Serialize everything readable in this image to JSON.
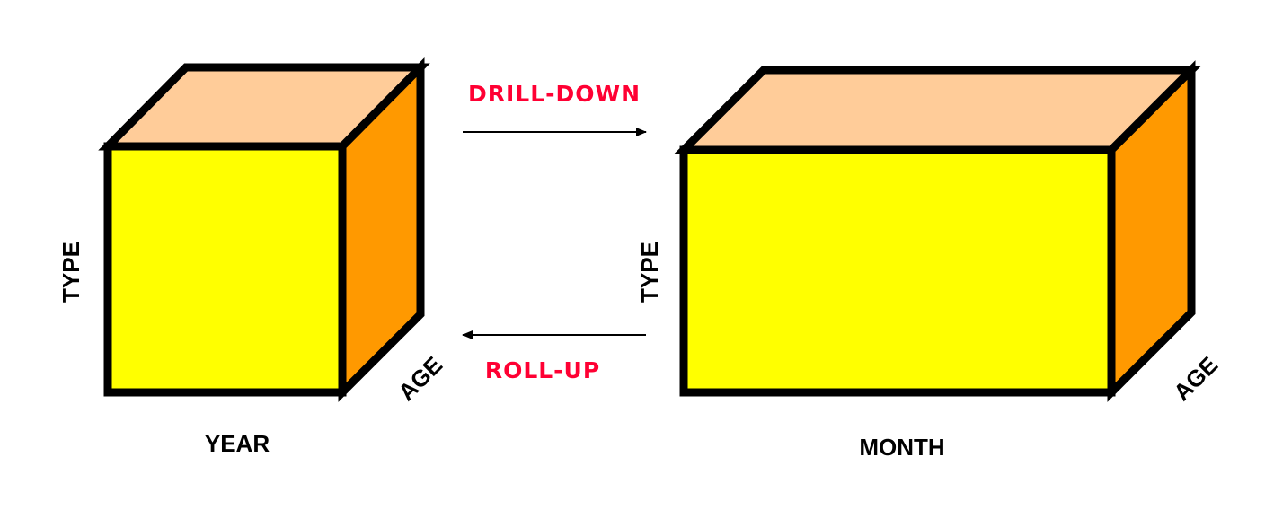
{
  "cube_left": {
    "vertical_axis": "TYPE",
    "horizontal_axis": "YEAR",
    "depth_axis": "AGE"
  },
  "cube_right": {
    "vertical_axis": "TYPE",
    "horizontal_axis": "MONTH",
    "depth_axis": "AGE"
  },
  "operations": {
    "drill_down": "DRILL-DOWN",
    "roll_up": "ROLL-UP"
  },
  "colors": {
    "front_face": "#ffff00",
    "top_face": "#ffcc99",
    "side_face": "#ff9900",
    "operation_label": "#ff0033",
    "outline": "#000000"
  }
}
